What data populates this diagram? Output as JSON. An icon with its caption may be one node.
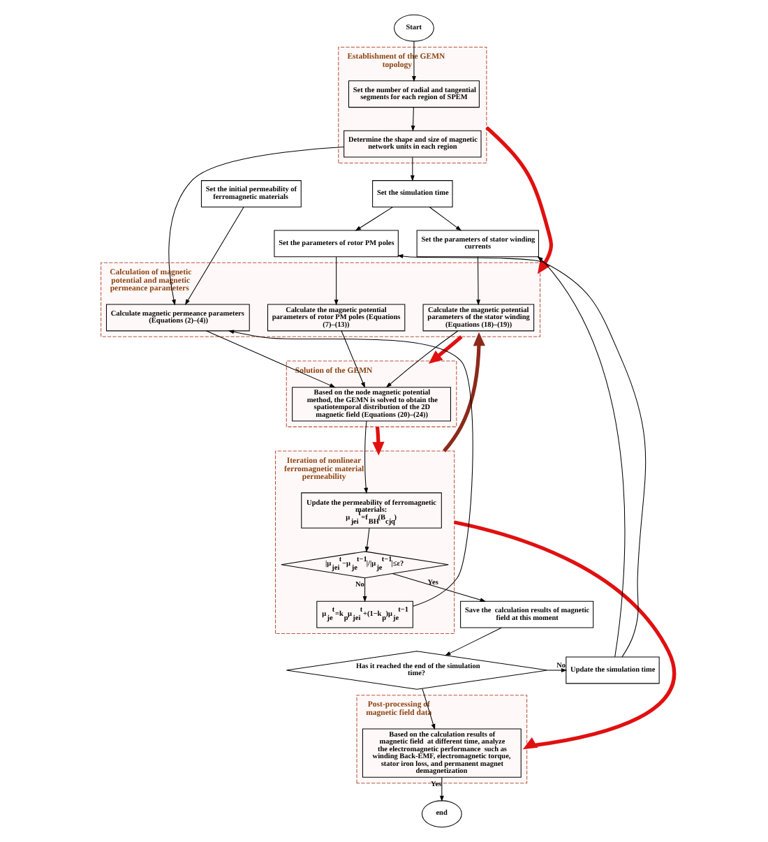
{
  "diagram": {
    "nodes": [
      {
        "text": [
          "Start"
        ]
      },
      {
        "text": [
          "Establishment of the GEMN topology"
        ]
      },
      {
        "text": [
          "Set the number of radial and tangential segments for each region of SPEM"
        ],
        "in": 1
      },
      {
        "text": [
          "Determine the shape and size of magnetic network units in each region"
        ],
        "in": 1
      },
      {
        "text": [
          "Set the simulation time"
        ]
      },
      {
        "text": [
          "Set the initial permeability of ferromagnetic materials"
        ]
      },
      {
        "text": [
          "Set the parameters of stator winding currents"
        ]
      },
      {
        "text": [
          "Set the parameters of rotor PM poles"
        ]
      },
      {
        "text": [
          "Calculation of magnetic potential and magnetic permeance parameters"
        ]
      },
      {
        "text": [
          "Calculate the magnetic potential parameters of the stator winding (Equations (18)–(19))"
        ],
        "in": 8
      },
      {
        "text": [
          "Calculate the magnetic potential parameters of rotor PM poles (Equations (7)–(13))"
        ],
        "in": 8
      },
      {
        "text": [
          "Calculate magnetic permeance parameters (Equations (2)–(4))"
        ],
        "in": 8
      },
      {
        "text": [
          "Solution of the GEMN"
        ]
      },
      {
        "text": [
          "Based on the node magnetic potential method, the GEMN is solved to obtain the spatiotemporal distribution of the 2D magnetic field (Equations (20)–(24))"
        ],
        "in": 12
      },
      {
        "text": [
          "Iteration of nonlinear ferromagnetic material permeability"
        ]
      },
      {
        "text": [
          "Update the permeability of ferromagnetic materials:",
          "μ$_{jei}$$^{t}$=f$_{BH}$(B$_{cjq}$)"
        ],
        "in": 14
      },
      {
        "text": [
          "|μ$_{jei}$$^{t}$−μ$_{je}$$^{t−1}$|/|μ$_{je}$$^{t−1}$|≤ε?"
        ],
        "in": 14
      },
      {
        "text": [
          "μ$_{je}$$^{t}$=k$_{p}$μ$_{jei}$$^{t}$+(1−k$_{p}$)μ$_{je}$$^{t−1}$"
        ],
        "in": 14
      },
      {
        "text": [
          "Save the  calculation results of magnetic field at this moment"
        ]
      },
      {
        "text": [
          "Has it reached the end of the simulation time?"
        ]
      },
      {
        "text": [
          "Update the simulation time"
        ]
      },
      {
        "text": [
          "Post-processing of magnetic field data"
        ]
      },
      {
        "text": [
          "Based on the calculation results of magnetic field  at different time, analyze the electromagnetic performance  such as winding Back-EMF, electromagnetic torque, stator iron loss, and permanent magnet demagnetization"
        ],
        "in": 21
      },
      {
        "text": [
          "end"
        ]
      }
    ],
    "edges": [
      {
        "from": 0,
        "to": 2,
        "arrow": "to"
      },
      {
        "from": 2,
        "to": 3,
        "arrow": "to"
      },
      {
        "from": 3,
        "to": 4,
        "arrow": "to"
      },
      {
        "from": 3,
        "to": 11,
        "arrow": "to"
      },
      {
        "from": 5,
        "to": 11,
        "arrow": "to"
      },
      {
        "from": 4,
        "to": 6,
        "arrow": "to"
      },
      {
        "from": 4,
        "to": 7,
        "arrow": "to"
      },
      {
        "from": 20,
        "to": 6,
        "arrow": "to"
      },
      {
        "from": 20,
        "to": 7,
        "arrow": "to"
      },
      {
        "from": 6,
        "to": 9,
        "arrow": "to"
      },
      {
        "from": 7,
        "to": 10,
        "arrow": "to"
      },
      {
        "from": 9,
        "to": 13,
        "arrow": "to"
      },
      {
        "from": 10,
        "to": 13,
        "arrow": "to"
      },
      {
        "from": 11,
        "to": 13,
        "arrow": "to"
      },
      {
        "from": 13,
        "to": 15,
        "arrow": "to"
      },
      {
        "from": 15,
        "to": 16,
        "arrow": "to"
      },
      {
        "from": 16,
        "to": 17,
        "arrow": "to",
        "label": "No"
      },
      {
        "from": 17,
        "to": 11,
        "arrow": "to"
      },
      {
        "from": 16,
        "to": 18,
        "arrow": "to",
        "label": "Yes"
      },
      {
        "from": 18,
        "to": 19,
        "arrow": "to"
      },
      {
        "from": 19,
        "to": 20,
        "arrow": "to",
        "label": "No"
      },
      {
        "from": 19,
        "to": 22,
        "arrow": "to"
      },
      {
        "from": 22,
        "to": 23,
        "arrow": "to",
        "label": "Yes"
      },
      {
        "from": 1,
        "to": 8,
        "arrow": "to",
        "style": "thick",
        "color": "#e01010"
      },
      {
        "from": 8,
        "to": 12,
        "arrow": "to",
        "style": "thick",
        "color": "#e01010"
      },
      {
        "from": 12,
        "to": 14,
        "arrow": "to",
        "style": "thick",
        "color": "#e01010"
      },
      {
        "from": 14,
        "to": 21,
        "arrow": "to",
        "style": "thick",
        "color": "#e01010"
      },
      {
        "from": 14,
        "to": 8,
        "arrow": "to",
        "style": "thick",
        "color": "#8b2a1a"
      }
    ]
  }
}
